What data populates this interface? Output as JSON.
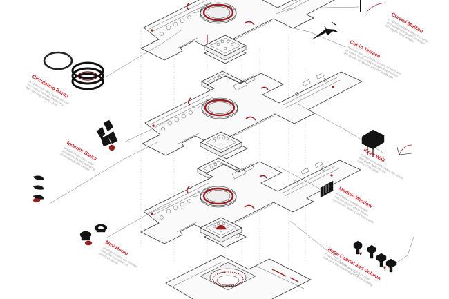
{
  "labels": {
    "curved_mullion": {
      "title": "Curved Mullion",
      "desc": [
        "A ribbed mullion follows the curve",
        "and divides the glazed envelope",
        "into regular vertical bays."
      ]
    },
    "cut_in_terrace": {
      "title": "Cut-in Terrace",
      "desc": [
        "Terraces are cut into the volume of each arm",
        "to create semi-outdoor spaces that connect",
        "the interior circulation with the landscape."
      ]
    },
    "circulating_ramp": {
      "title": "Circulating Ramp",
      "desc": [
        "A continuous ramp spirals around",
        "the central void and links every",
        "floor into one looping route."
      ]
    },
    "exterior_stairs": {
      "title": "Exterior Stairs",
      "desc": [
        "Sculpted stair cores wrap",
        "around the facade and bring",
        "movement to the outside."
      ]
    },
    "inner_wall": {
      "title": "Inner  Wall",
      "desc": [
        "Curved inner walls shape the atrium",
        "and guide light into the",
        "centre of the plan."
      ]
    },
    "module_window": {
      "title": "Module Window",
      "desc": [
        "A repeated window module",
        "sets the rhythm of the facade",
        "and frames views to the courtyards."
      ]
    },
    "mini_room": {
      "title": "Mini Room",
      "desc": [
        "Small pod rooms are inserted",
        "along the circulation as",
        "places to pause."
      ]
    },
    "huge_capital": {
      "title": "Huge Capital and Column",
      "desc": [
        "Oversized capitals carry the floor slabs",
        "and mark the structural grid of the building."
      ]
    }
  },
  "colors": {
    "accent": "#c8242b",
    "dark_red": "#9b1d20",
    "line": "#1a1a1a",
    "annotation": "#9a9a9a"
  },
  "icons": [
    "mullion-icon",
    "terrace-rail-icon",
    "ramp-coil-icon",
    "ring-icon",
    "stair-cluster-icon",
    "inner-wall-block-icon",
    "window-module-icon",
    "mini-room-pods-icon",
    "capital-column-icons"
  ]
}
